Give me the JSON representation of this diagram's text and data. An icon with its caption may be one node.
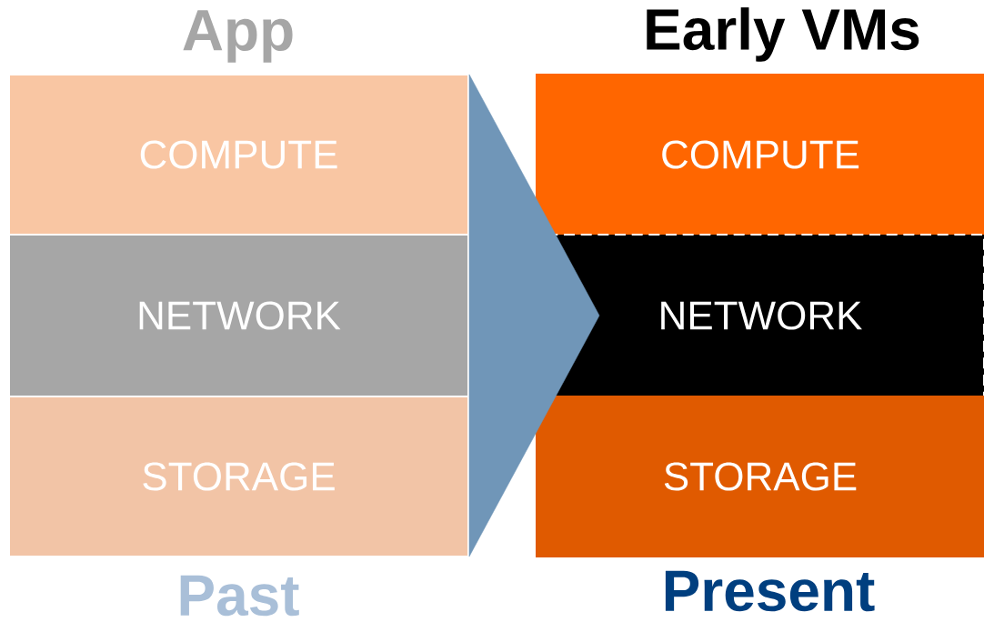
{
  "diagram": {
    "nodes": [
      {
        "text": [
          "COMPUTE"
        ]
      },
      {
        "text": [
          "NETWORK"
        ]
      },
      {
        "text": [
          "STORAGE"
        ]
      },
      {
        "text": [
          "COMPUTE"
        ]
      },
      {
        "text": [
          "NETWORK"
        ]
      },
      {
        "text": [
          "STORAGE"
        ]
      }
    ],
    "edges": [
      {
        "from": 1,
        "to": 4,
        "arrow": "to"
      }
    ],
    "labels": [
      "App",
      "Early VMs",
      "Past",
      "Present"
    ]
  }
}
